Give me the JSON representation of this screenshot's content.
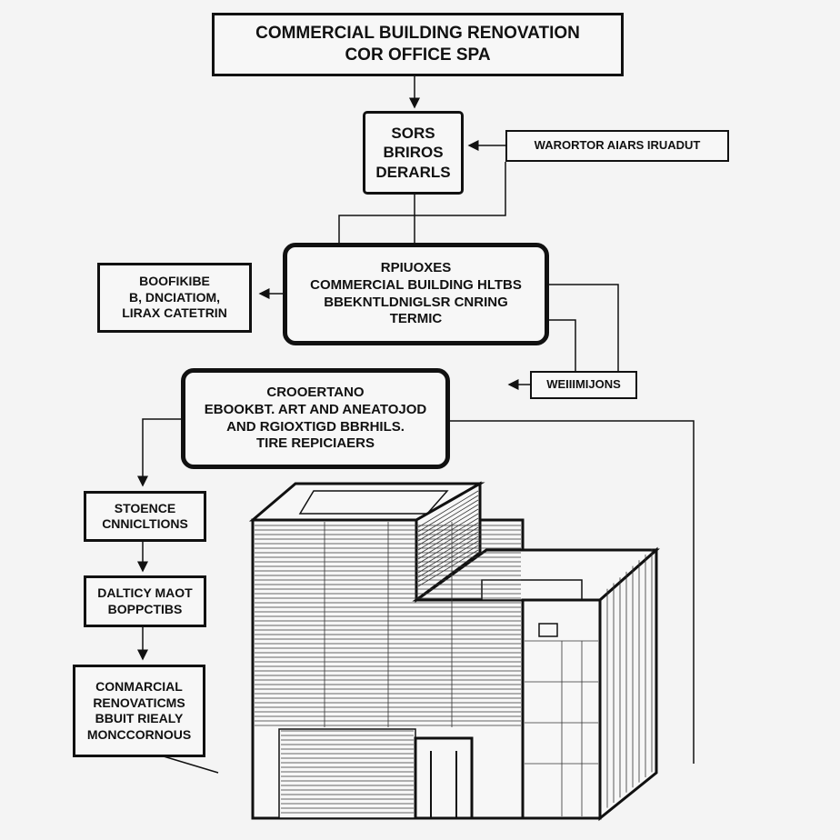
{
  "title_box": {
    "lines": [
      "COMMERCIAL BUILDING RENOVATION",
      "COR OFFICE SPA"
    ]
  },
  "node_sors": {
    "lines": [
      "SORS",
      "BRIROS",
      "DERARLS"
    ]
  },
  "node_warortor": {
    "lines": [
      "WARORTOR AIARS IRUADUT"
    ]
  },
  "node_main": {
    "lines": [
      "RPIUOXES",
      "COMMERCIAL BUILDING HLTBS",
      "BBEKNTLDNIGLSR CNRING",
      "TERMIC"
    ]
  },
  "node_left": {
    "lines": [
      "BOOFIKIBE",
      "B, DNCIATIOM,",
      "LIRAX CATETRIN"
    ]
  },
  "node_weiimijons": {
    "lines": [
      "WEIIIMIJONS"
    ]
  },
  "node_crooertano": {
    "lines": [
      "CROOERTANO",
      "EBOOKBT. ART AND ANEATOJOD",
      "AND RGIOXTIGD BBRHILS.",
      "TIRE REPICIAERS"
    ]
  },
  "node_stoence": {
    "lines": [
      "STOENCE",
      "CNNICLTIONS"
    ]
  },
  "node_daltict": {
    "lines": [
      "DALTICY MAOT",
      "BOPPCTIBS"
    ]
  },
  "node_commercial": {
    "lines": [
      "CONMARCIAL",
      "RENOVATICMS",
      "BBUIT RIEALY",
      "MONCCORNOUS"
    ]
  }
}
